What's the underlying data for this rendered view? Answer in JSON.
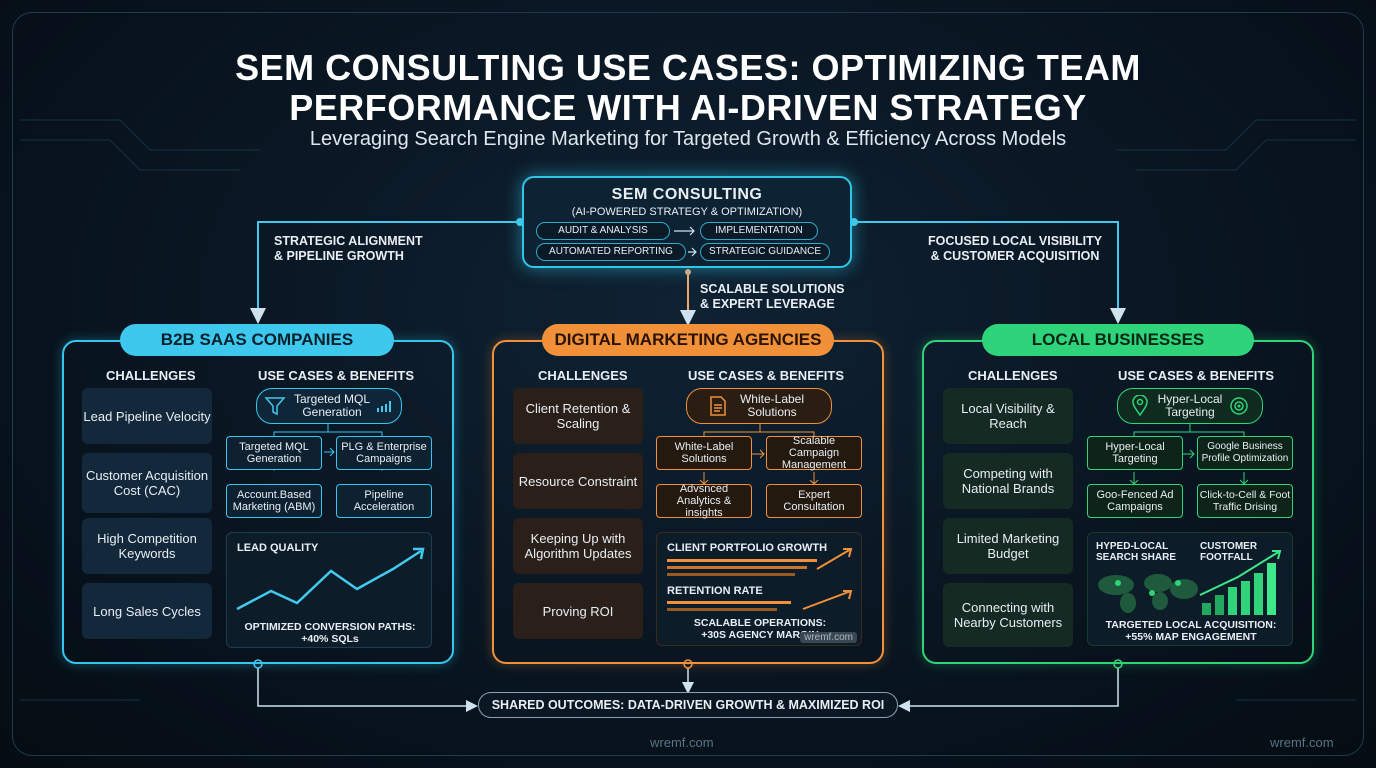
{
  "title_line1": "SEM CONSULTING USE CASES: OPTIMIZING TEAM",
  "title_line2": "PERFORMANCE WITH AI-DRIVEN STRATEGY",
  "subtitle": "Leveraging Search Engine Marketing for Targeted Growth & Efficiency Across Models",
  "hub": {
    "title": "SEM CONSULTING",
    "subtitle": "(AI-POWERED STRATEGY & OPTIMIZATION)",
    "pills": [
      "AUDIT & ANALYSIS",
      "IMPLEMENTATION",
      "AUTOMATED REPORTING",
      "STRATEGIC GUIDANCE"
    ]
  },
  "flow": {
    "left_line1": "STRATEGIC ALIGNMENT",
    "left_line2": "& PIPELINE GROWTH",
    "center_line1": "SCALABLE SOLUTIONS",
    "center_line2": "& EXPERT LEVERAGE",
    "right_line1": "FOCUSED LOCAL VISIBILITY",
    "right_line2": "& CUSTOMER ACQUISITION"
  },
  "colors": {
    "b2b": "#35c6ef",
    "agency": "#f0913a",
    "local": "#2fd47a"
  },
  "panels": {
    "b2b": {
      "header": "B2B SAAS COMPANIES",
      "challenges_label": "CHALLENGES",
      "usecases_label": "USE CASES & BENEFITS",
      "challenges": [
        "Lead Pipeline Velocity",
        "Customer Acquisition Cost (CAC)",
        "High Competition Keywords",
        "Long Sales Cycles"
      ],
      "top": "Targeted MQL Generation",
      "top_icon": "funnel-icon",
      "items": [
        "Targeted MQL Generation",
        "PLG & Enterprise Campaigns",
        "Account.Based Marketing (ABM)",
        "Pipeline Acceleration"
      ],
      "chart_label": "LEAD QUALITY",
      "chart_caption1": "OPTIMIZED CONVERSION PATHS:",
      "chart_caption2": "+40% SQLs"
    },
    "agency": {
      "header": "DIGITAL MARKETING AGENCIES",
      "challenges_label": "CHALLENGES",
      "usecases_label": "USE CASES & BENEFITS",
      "challenges": [
        "Client Retention & Scaling",
        "Resource Constraint",
        "Keeping Up with Algorithm Updates",
        "Proving ROI"
      ],
      "top": "White-Label Solutions",
      "top_icon": "document-icon",
      "items": [
        "White-Label Solutions",
        "Scalable Campaign Management",
        "Advsnced Analytics & insights",
        "Expert Consultation"
      ],
      "chart_label1": "CLIENT PORTFOLIO GROWTH",
      "chart_label2": "RETENTION RATE",
      "chart_caption1": "SCALABLE OPERATIONS:",
      "chart_caption2": "+30S AGENCY MARGIN",
      "chart_watermark": "wremf.com"
    },
    "local": {
      "header": "LOCAL BUSINESSES",
      "challenges_label": "CHALLENGES",
      "usecases_label": "USE CASES & BENEFITS",
      "challenges": [
        "Local Visibility & Reach",
        "Competing with National Brands",
        "Limited Marketing Budget",
        "Connecting with Nearby Customers"
      ],
      "top": "Hyper-Local Targeting",
      "top_icon": "map-pin-icon",
      "items": [
        "Hyper-Local Targeting",
        "Google Business Profile Optimization",
        "Goo-Fenced Ad Campaigns",
        "Click-to-Cell & Foot Traffic Drising"
      ],
      "chart_label1a": "HYPED-LOCAL",
      "chart_label1b": "SEARCH SHARE",
      "chart_label2a": "CUSTOMER",
      "chart_label2b": "FOOTFALL",
      "chart_caption1": "TARGETED LOCAL ACQUISITION:",
      "chart_caption2": "+55% MAP ENGAGEMENT"
    }
  },
  "outcome": "SHARED OUTCOMES: DATA-DRIVEN GROWTH & MAXIMIZED ROI",
  "watermark_center": "wremf.com",
  "watermark_right": "wremf.com"
}
